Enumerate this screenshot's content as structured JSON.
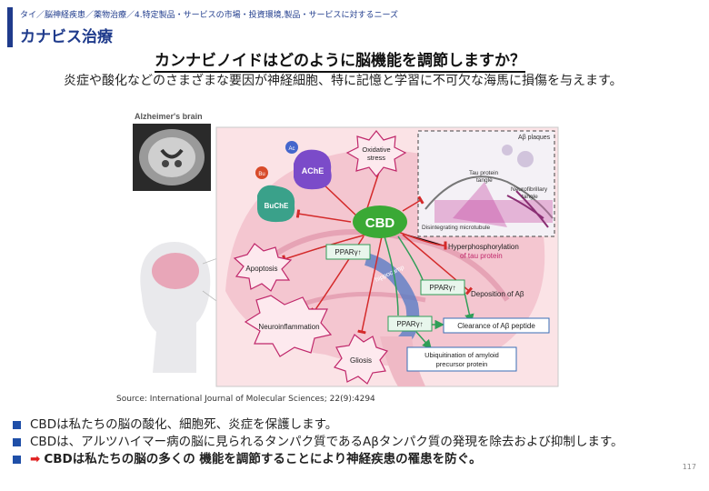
{
  "header": {
    "breadcrumb": "タイ／脳神経疾患／薬物治療／4.特定製品・サービスの市場・投資環境,製品・サービスに対するニーズ",
    "title": "カナビス治療"
  },
  "main": {
    "heading": "カンナビノイドはどのように脳機能を調節しますか？",
    "intro": "炎症や酸化などのさまざまな要因が神経細胞、特に記憶と学習に不可欠な海馬に損傷を与えます。"
  },
  "figure": {
    "alz_label": "Alzheimer's brain",
    "cbd": "CBD",
    "oxidative_1": "Oxidative",
    "oxidative_2": "stress",
    "ache": "AChE",
    "ac": "Ac",
    "bu": "Bu",
    "buche": "BuChE",
    "apoptosis": "Apoptosis",
    "neuroinflammation": "Neuroinflammation",
    "gliosis": "Gliosis",
    "ppar1": "PPARγ↑",
    "ppar2": "PPARγ↑",
    "ppar3": "PPARγ↑",
    "hippocamp": "hippocamp",
    "hyper_1": "Hyperphosphorylation",
    "hyper_2": "of tau protein",
    "deposition": "Deposition of Aβ",
    "clearance": "Clearance of Aβ peptide",
    "ubiq_1": "Ubiquitination of amyloid",
    "ubiq_2": "precursor protein",
    "ab_plaques": "Aβ plaques",
    "tau_tangle_1": "Tau protein",
    "tau_tangle_2": "tangle",
    "neurofib_1": "Neurofibrillary",
    "neurofib_2": "tangle",
    "microtubule": "Disintegrating microtubule",
    "source": "Source: International Journal of Molecular Sciences; 22(9):4294"
  },
  "bullets": [
    {
      "text": "CBDは私たちの脳の酸化、細胞死、炎症を保護します。"
    },
    {
      "text": "CBDは、アルツハイマー病の脳に見られるタンパク質であるAβタンパク質の発現を除去および抑制します。"
    },
    {
      "arrow": "➡",
      "text": "CBDは私たちの脳の多くの 機能を調節することにより神経疾患の罹患を防ぐ。"
    }
  ],
  "page_number": "117",
  "colors": {
    "accent": "#1f3b8c",
    "bullet": "#1f4fa8",
    "cbd_green": "#3aa935",
    "inhibit_red": "#d42a2a",
    "promote_green": "#2f9e57"
  }
}
